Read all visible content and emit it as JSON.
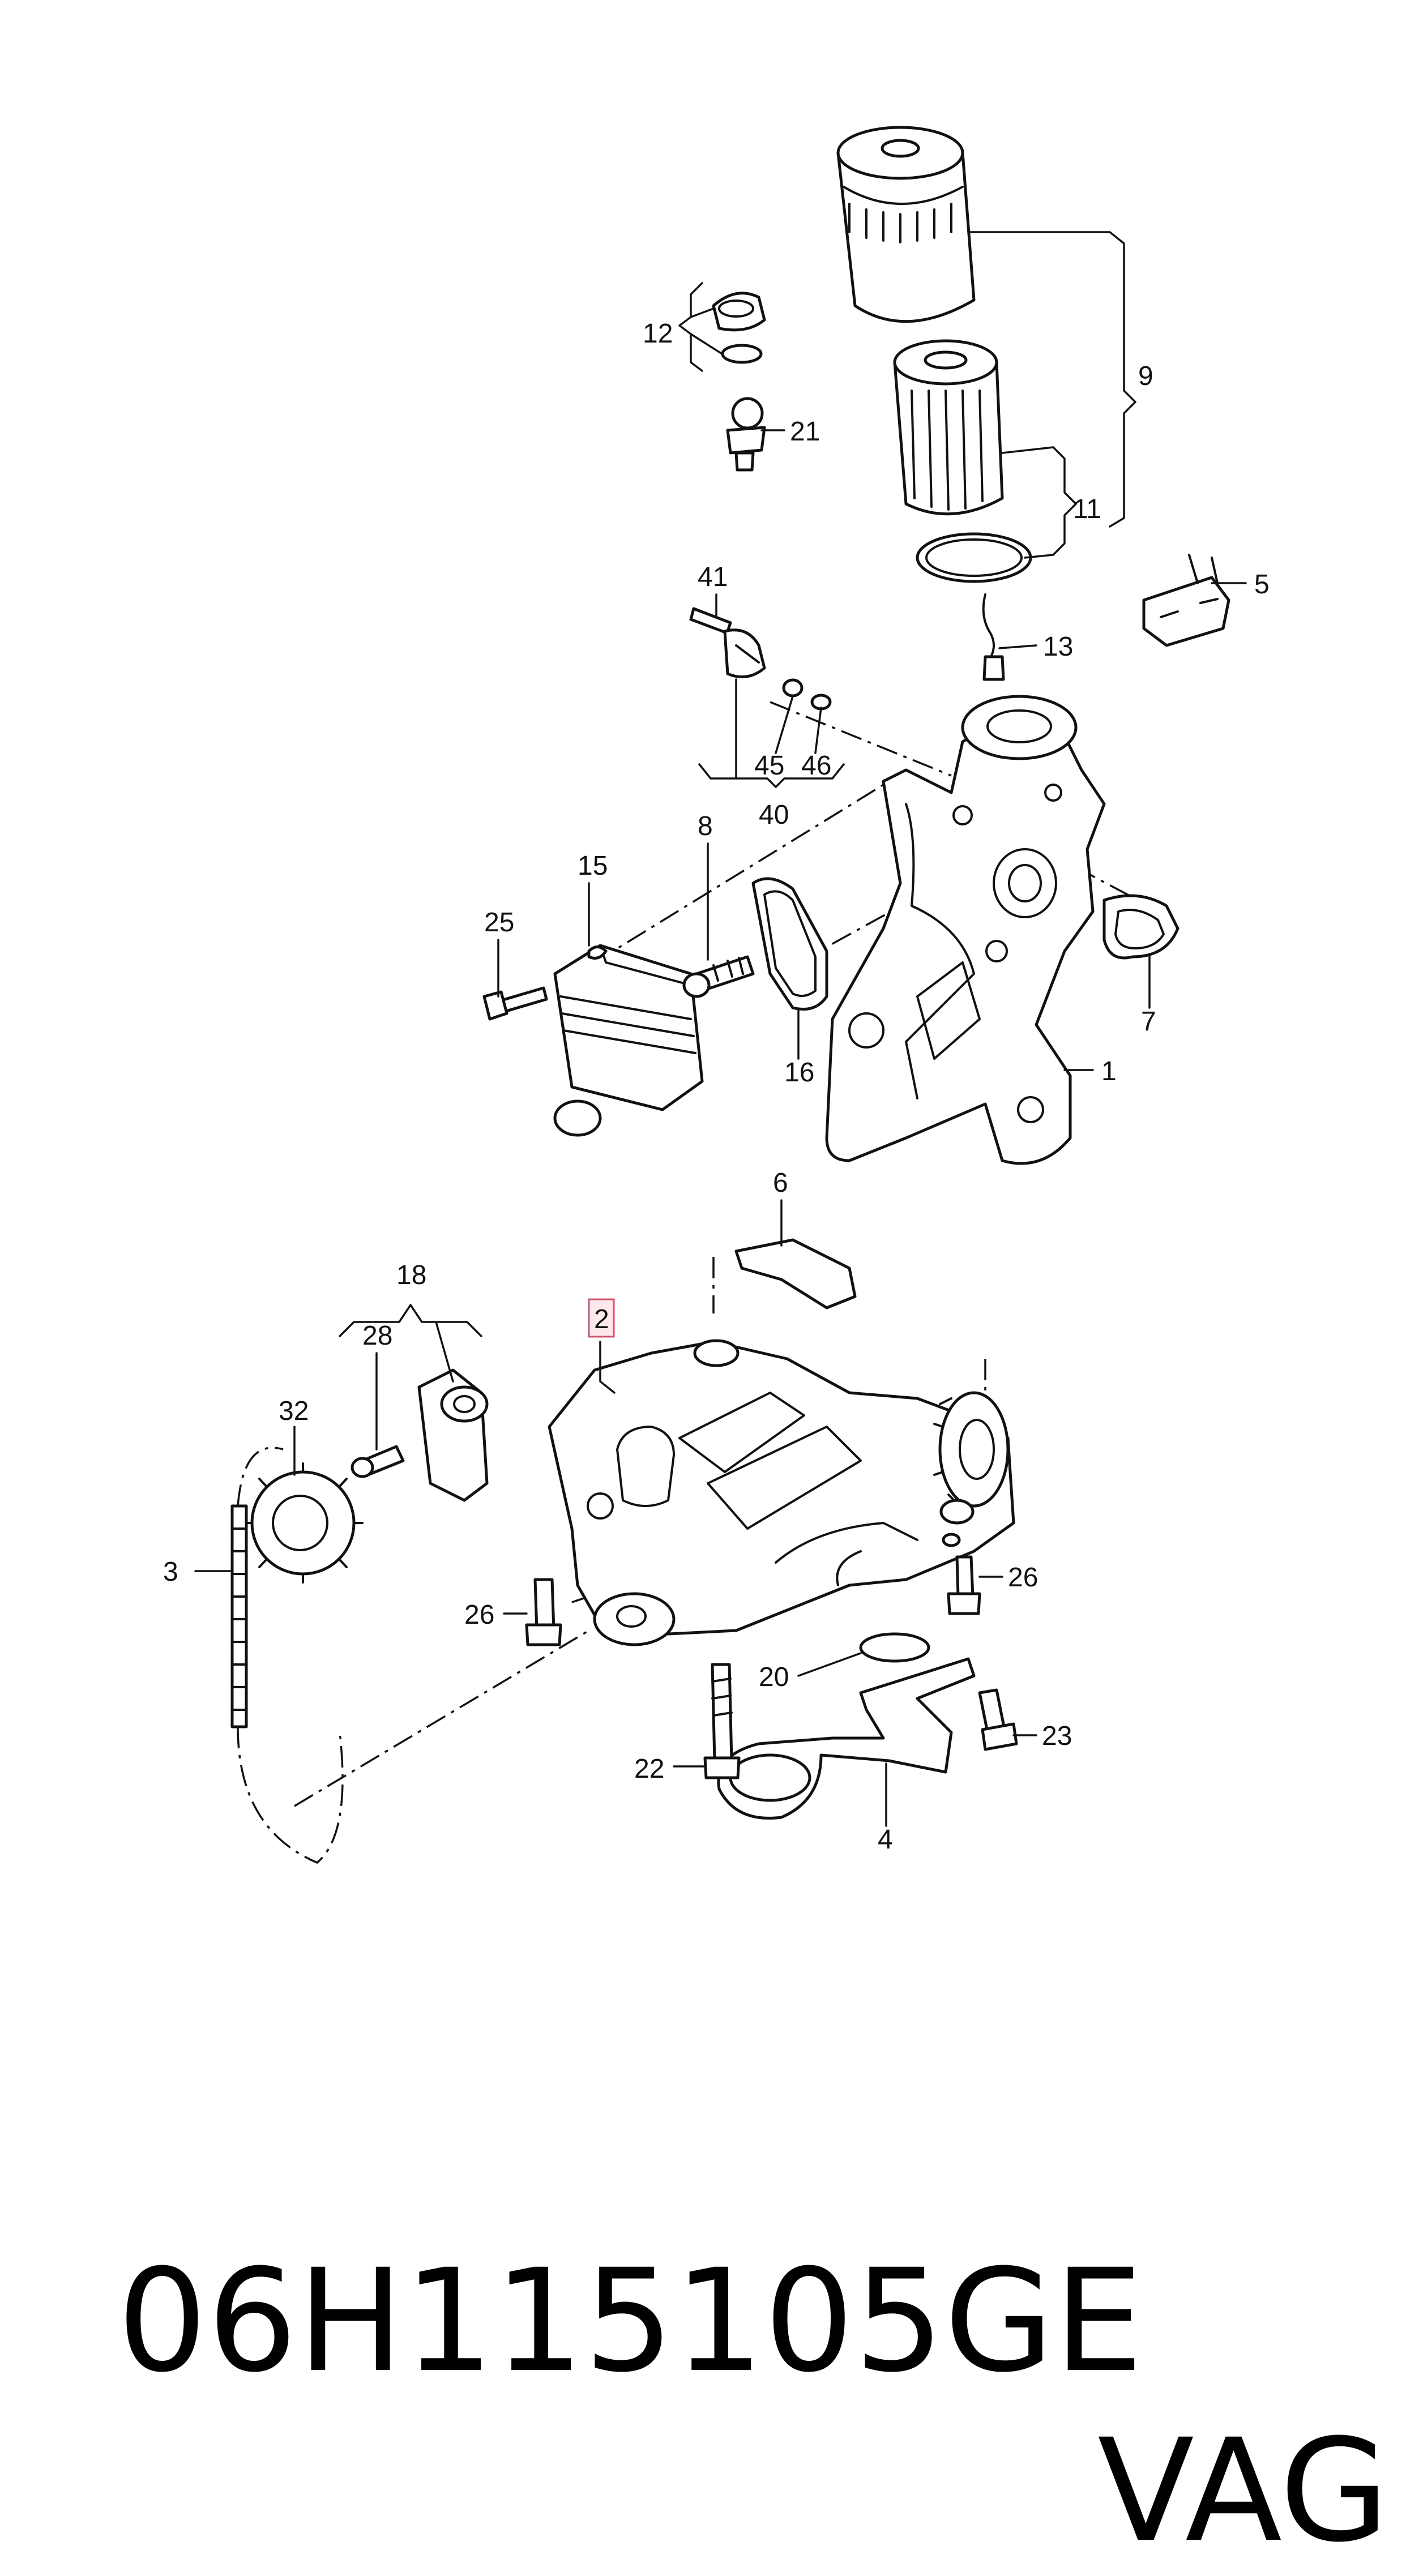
{
  "callouts": {
    "c1": "1",
    "c2": "2",
    "c3": "3",
    "c4": "4",
    "c5": "5",
    "c6": "6",
    "c7": "7",
    "c8": "8",
    "c9": "9",
    "c11": "11",
    "c12": "12",
    "c13": "13",
    "c15": "15",
    "c16": "16",
    "c18": "18",
    "c20": "20",
    "c21": "21",
    "c22": "22",
    "c23": "23",
    "c25": "25",
    "c26a": "26",
    "c26b": "26",
    "c28": "28",
    "c32": "32",
    "c40": "40",
    "c41": "41",
    "c45": "45",
    "c46": "46"
  },
  "highlighted_callout": "2",
  "footer": {
    "part_number": "06H115105GE",
    "brand": "VAG"
  },
  "colors": {
    "line": "#111111",
    "highlight_fill": "#fde8ec",
    "highlight_border": "#d0546e"
  }
}
